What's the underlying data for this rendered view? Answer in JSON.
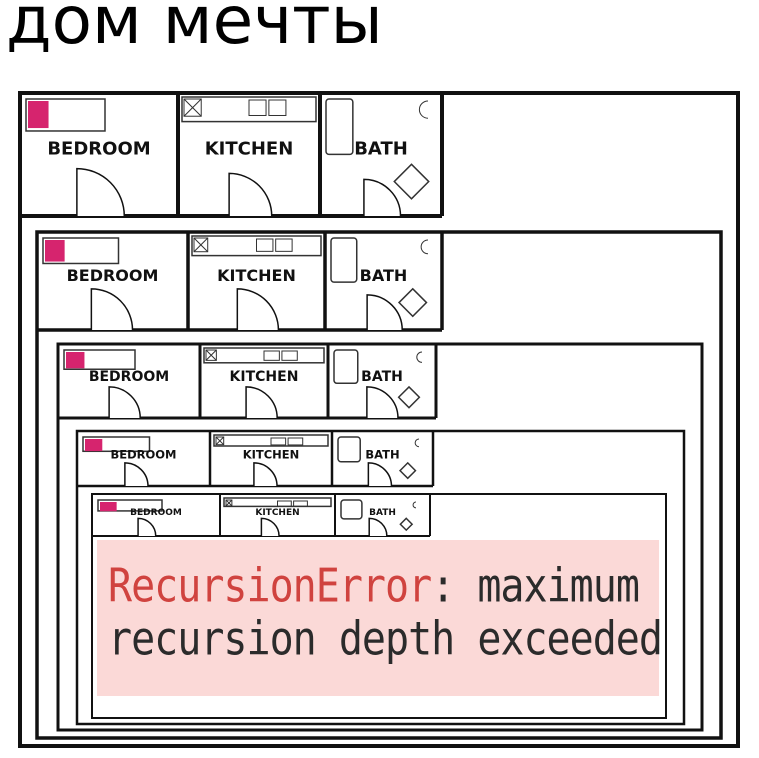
{
  "meme": {
    "title": "дом мечты",
    "error": {
      "type": "RecursionError",
      "separator": ":",
      "message_line1": " maximum",
      "message_line2": "recursion depth exceeded",
      "type_color": "#d0433f",
      "background_color": "#fbd9d7"
    }
  },
  "floorplan": {
    "rooms": [
      "BEDROOM",
      "KITCHEN",
      "BATH"
    ],
    "accent_color": "#d6246e",
    "nesting_levels": 5
  }
}
